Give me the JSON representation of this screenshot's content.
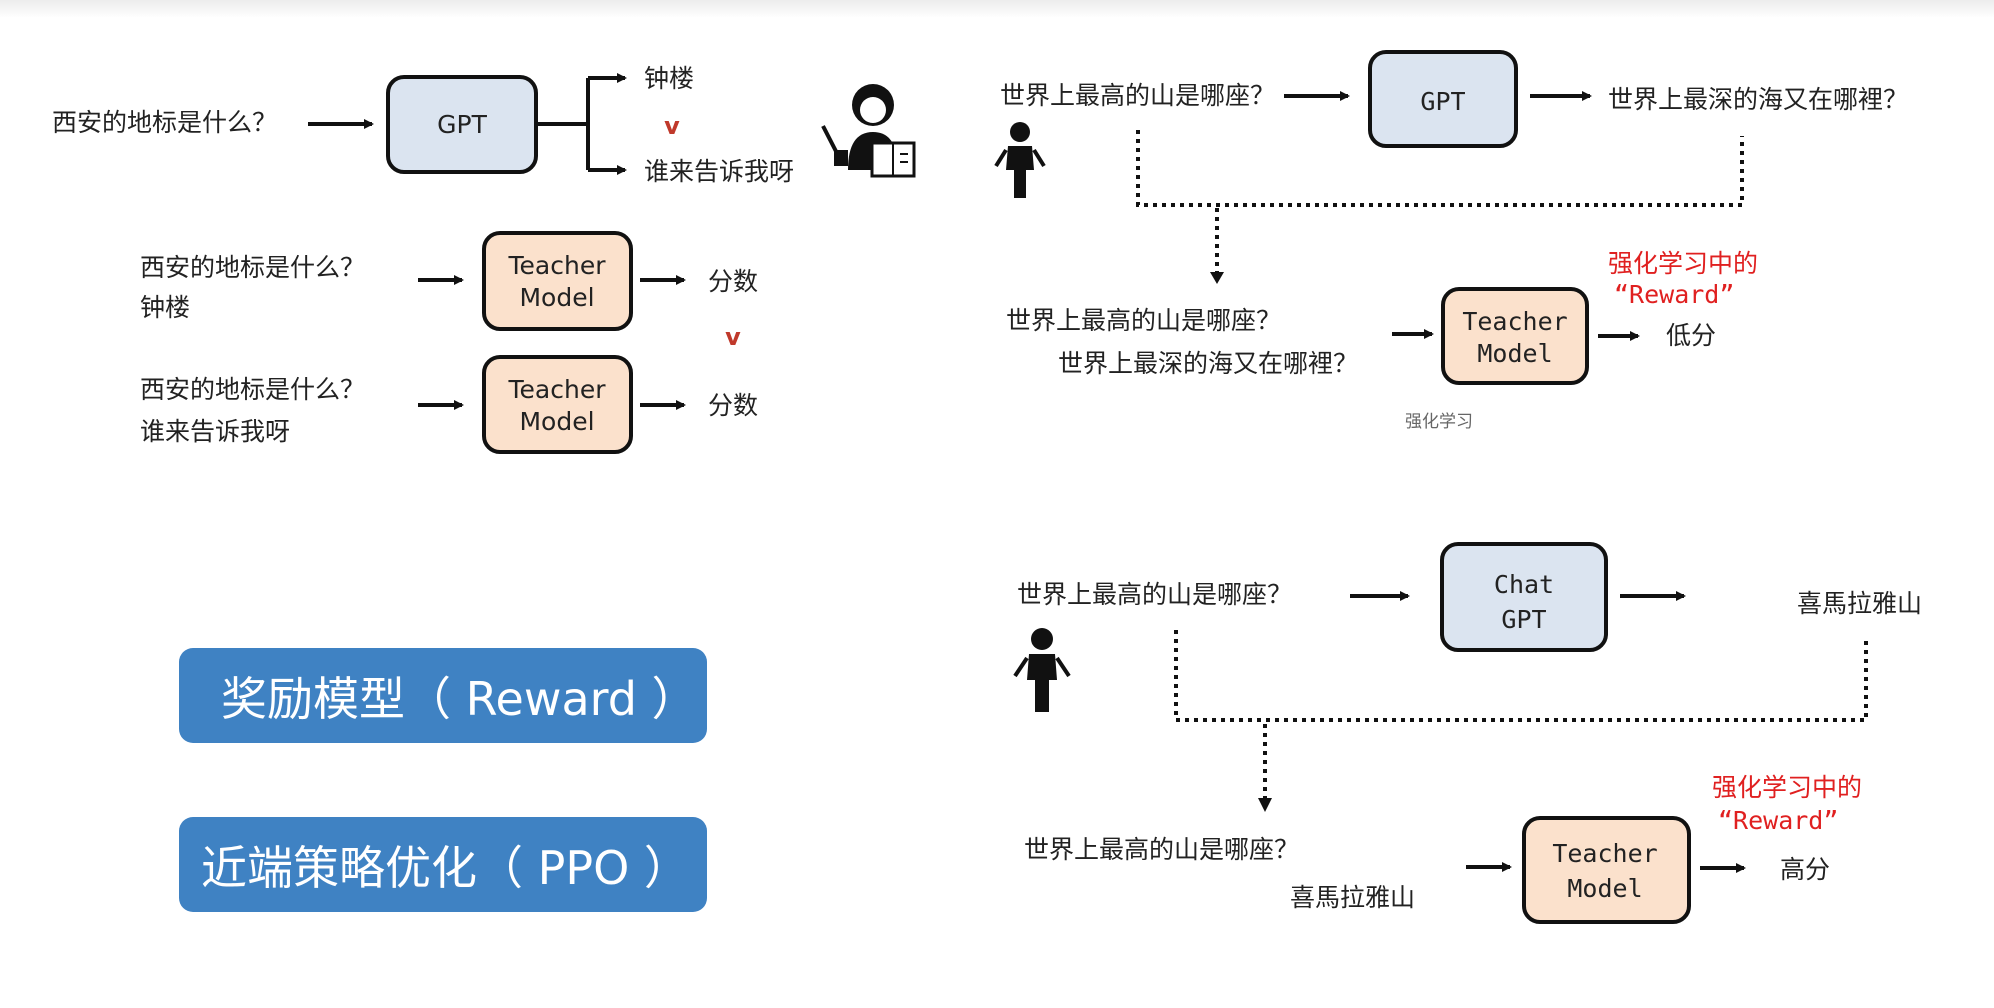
{
  "left_top": {
    "question": "西安的地标是什么？",
    "gpt_box": "GPT",
    "output_a": "钟楼",
    "output_b": "谁来告诉我呀",
    "compare_mark": "v",
    "teacher_icon": "teacher-reading-icon"
  },
  "left_mid": {
    "row1_line1": "西安的地标是什么？",
    "row1_line2": "钟楼",
    "row2_line1": "西安的地标是什么？",
    "row2_line2": "谁来告诉我呀",
    "teacher_line1": "Teacher",
    "teacher_line2": "Model",
    "score": "分数",
    "compare_mark": "v"
  },
  "pills": {
    "reward": "奖励模型（ Reward ）",
    "ppo": "近端策略优化（  PPO  ）"
  },
  "right_top": {
    "question": "世界上最高的山是哪座？",
    "gpt_box": "GPT",
    "answer": "世界上最深的海又在哪裡？",
    "input_line1": "世界上最高的山是哪座？",
    "input_line2": "世界上最深的海又在哪裡？",
    "teacher_line1": "Teacher",
    "teacher_line2": "Model",
    "result": "低分",
    "reward_note_line1": "强化学习中的",
    "reward_note_line2": "“Reward”",
    "caption": "强化学习"
  },
  "right_bottom": {
    "question": "世界上最高的山是哪座？",
    "chat_line1": "Chat",
    "chat_line2": "GPT",
    "answer": "喜馬拉雅山",
    "input_line1": "世界上最高的山是哪座？",
    "input_line2": "喜馬拉雅山",
    "teacher_line1": "Teacher",
    "teacher_line2": "Model",
    "result": "高分",
    "reward_note_line1": "强化学习中的",
    "reward_note_line2": "“Reward”"
  },
  "colors": {
    "gpt_box_fill": "#dbe4f0",
    "teacher_box_fill": "#fbe1cc",
    "pill_fill": "#3f82c3",
    "note_red": "#e02020",
    "compare_red": "#c0392b"
  }
}
